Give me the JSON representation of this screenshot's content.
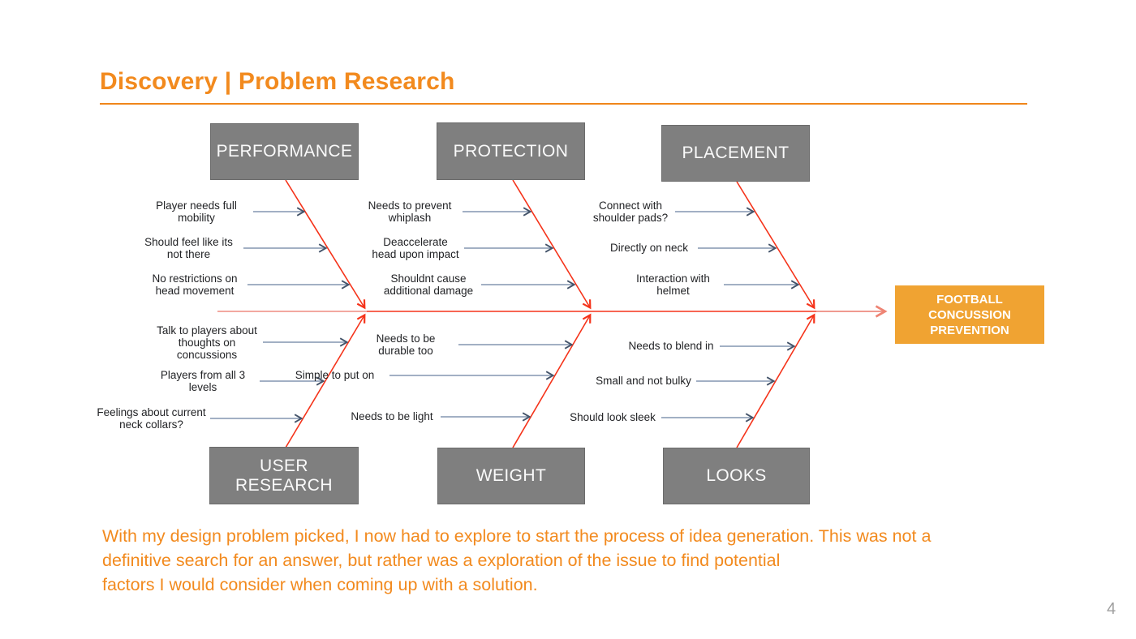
{
  "header": {
    "title": "Discovery | Problem Research",
    "accent_color": "#F28A1E"
  },
  "diagram": {
    "type": "fishbone",
    "effect": "FOOTBALL CONCUSSION PREVENTION",
    "colors": {
      "category_box": "#7F7F7F",
      "effect_box": "#F0A332",
      "spine_red": "#F5331A",
      "spine_light": "#EE8C80",
      "cause_arrow": "#8496B0",
      "cause_arrowhead": "#44546A"
    },
    "categories": [
      {
        "label": "PERFORMANCE",
        "position": "top",
        "causes": [
          "Player needs full mobility",
          "Should feel like its not there",
          "No restrictions on head movement"
        ]
      },
      {
        "label": "PROTECTION",
        "position": "top",
        "causes": [
          "Needs to prevent whiplash",
          "Deaccelerate head upon impact",
          "Shouldnt cause additional damage"
        ]
      },
      {
        "label": "PLACEMENT",
        "position": "top",
        "causes": [
          "Connect with shoulder pads?",
          "Directly on neck",
          "Interaction with helmet"
        ]
      },
      {
        "label": "USER RESEARCH",
        "position": "bottom",
        "causes": [
          "Talk to players about thoughts on concussions",
          "Players from all 3 levels",
          "Feelings about current neck collars?"
        ]
      },
      {
        "label": "WEIGHT",
        "position": "bottom",
        "causes": [
          "Needs to be durable too",
          "Simple to put on",
          "Needs to be light"
        ]
      },
      {
        "label": "LOOKS",
        "position": "bottom",
        "causes": [
          "Needs to blend in",
          "Small and not bulky",
          "Should look sleek"
        ]
      }
    ]
  },
  "paragraph": {
    "lines": [
      "With my  design problem picked, I now had to explore to start the process of idea generation. This was not a",
      "definitive search for an answer, but rather was a exploration of the issue to find potential",
      "factors I would consider when coming up with a solution."
    ]
  },
  "footer": {
    "page_number": "4"
  }
}
